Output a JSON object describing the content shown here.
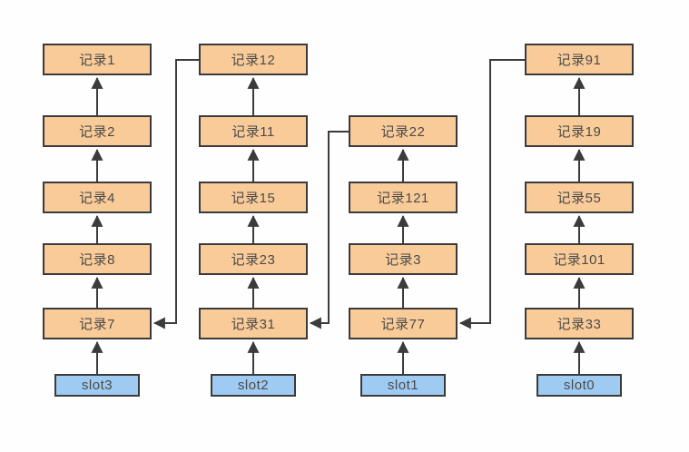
{
  "diagram": {
    "description": "hash-slot-record-chains",
    "colors": {
      "record_fill": "#f9cb98",
      "slot_fill": "#9fcbf2",
      "border": "#3b3b3b",
      "text": "#4b4b4b"
    },
    "columns": [
      {
        "slot": "slot3",
        "records": [
          "记录1",
          "记录2",
          "记录4",
          "记录8",
          "记录7"
        ]
      },
      {
        "slot": "slot2",
        "records": [
          "记录12",
          "记录11",
          "记录15",
          "记录23",
          "记录31"
        ]
      },
      {
        "slot": "slot1",
        "records": [
          "记录22",
          "记录121",
          "记录3",
          "记录77"
        ]
      },
      {
        "slot": "slot0",
        "records": [
          "记录91",
          "记录19",
          "记录55",
          "记录101",
          "记录33"
        ]
      }
    ],
    "links": [
      {
        "from": "记录12",
        "to": "记录7"
      },
      {
        "from": "记录22",
        "to": "记录31"
      },
      {
        "from": "记录91",
        "to": "记录77"
      }
    ]
  }
}
